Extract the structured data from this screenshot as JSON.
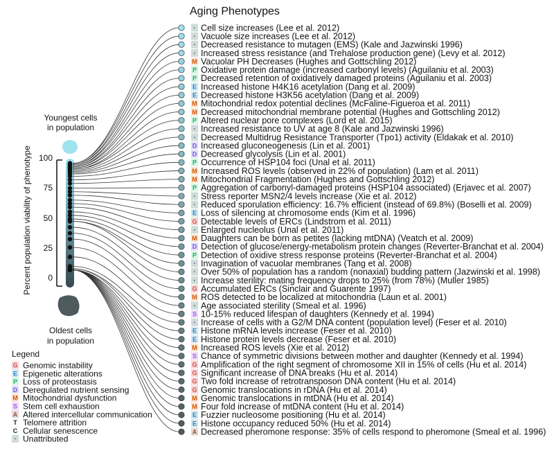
{
  "title": "Aging Phenotypes",
  "youngest_label": [
    "Youngest cells",
    "in population"
  ],
  "oldest_label": [
    "Oldest cells",
    "in population"
  ],
  "axis": {
    "label": "Percent population viability of phenotype",
    "ticks": [
      "100",
      "75",
      "50",
      "25",
      "0"
    ]
  },
  "legend": {
    "title": "Legend",
    "items": [
      {
        "code": "G",
        "label": "Genomic instability",
        "color": "#d9534f",
        "bg": "#f4d6d6"
      },
      {
        "code": "E",
        "label": "Epigenetic alterations",
        "color": "#2e86c1",
        "bg": "#d4e6f1"
      },
      {
        "code": "P",
        "label": "Loss of proteostasis",
        "color": "#27ae60",
        "bg": "#d5f5e3"
      },
      {
        "code": "D",
        "label": "Deregulated nutrient sensing",
        "color": "#6c5ce7",
        "bg": "#e1dcf7"
      },
      {
        "code": "M",
        "label": "Mitochondrial dysfunction",
        "color": "#d35400",
        "bg": "#fbe3cf"
      },
      {
        "code": "S",
        "label": "Stem cell exhaustion",
        "color": "#a55eea",
        "bg": "#eedcf8"
      },
      {
        "code": "A",
        "label": "Altered intercellular communication",
        "color": "#8e5a4a",
        "bg": "#ead9d3"
      },
      {
        "code": "T",
        "label": "Telomere attrition",
        "color": "#222222",
        "bg": "#ffffff"
      },
      {
        "code": "C",
        "label": "Cellular senescence",
        "color": "#222222",
        "bg": "#ffffff"
      },
      {
        "code": "·",
        "label": "Unattributed",
        "color": "#333333",
        "bg": "#cfdcdc"
      }
    ]
  },
  "phenotypes": [
    {
      "code": "·",
      "viability": 99,
      "text": "Cell size increases (Lee et al. 2012)"
    },
    {
      "code": "·",
      "viability": 99,
      "text": "Vacuole size increases (Lee et al. 2012)"
    },
    {
      "code": "·",
      "viability": 98,
      "text": "Decreased resistance to mutagen (EMS) (Kale and Jazwinski 1996)"
    },
    {
      "code": "·",
      "viability": 98,
      "text": "Increased stress resistance (and Trehalose production gene) (Levy et al. 2012)"
    },
    {
      "code": "M",
      "viability": 97,
      "text": "Vacuolar PH Decreases (Hughes and Gottschling 2012)"
    },
    {
      "code": "P",
      "viability": 97,
      "text": "Oxidative protein damage (increased carbonyl levels) (Aguilaniu et al. 2003)"
    },
    {
      "code": "P",
      "viability": 96,
      "text": "Decreased retention of oxidatively damaged proteins (Aguilaniu et al. 2003)"
    },
    {
      "code": "E",
      "viability": 96,
      "text": "Increased histone H4K16 acetylation (Dang et al. 2009)"
    },
    {
      "code": "E",
      "viability": 95,
      "text": "Decreased histone H3K56 acetylation (Dang et al. 2009)"
    },
    {
      "code": "M",
      "viability": 95,
      "text": "Mitochondrial redox potential declines (McFaline-Figueroa et al. 2011)"
    },
    {
      "code": "M",
      "viability": 94,
      "text": "Decreased mitochondrial membrane potential (Hughes and Gottschling 2012)"
    },
    {
      "code": "P",
      "viability": 94,
      "text": "Altered nuclear pore complexes (Lord et al. 2015)"
    },
    {
      "code": "·",
      "viability": 93,
      "text": "Increased resistance to UV at age 8 (Kale and Jazwinski 1996)"
    },
    {
      "code": "·",
      "viability": 92,
      "text": "Decreased Multidrug Resistance Transporter (Tpo1) activity (Eldakak et al. 2010)"
    },
    {
      "code": "D",
      "viability": 91,
      "text": "Increased gluconeogenesis (Lin et al. 2001)"
    },
    {
      "code": "D",
      "viability": 90,
      "text": "Decreased glycolysis (Lin et al. 2001)"
    },
    {
      "code": "P",
      "viability": 88,
      "text": "Occurrence of HSP104 foci (Unal et al. 2011)"
    },
    {
      "code": "M",
      "viability": 85,
      "text": "Increased ROS levels (observed in 22% of population) (Lam et al. 2011)"
    },
    {
      "code": "M",
      "viability": 82,
      "text": "Mitochondrial Fragmentation (Hughes and Gottschling 2012)"
    },
    {
      "code": "P",
      "viability": 78,
      "text": "Aggregation of carbonyl-damaged proteins (HSP104 associated) (Erjavec et al. 2007)"
    },
    {
      "code": "·",
      "viability": 75,
      "text": "Stress reporter MSN2/4 levels increase (Xie et al. 2012)"
    },
    {
      "code": "·",
      "viability": 72,
      "text": "Reduced sporulation efficiency: 16.7% efficient (instead of 69.8%) (Boselli et al. 2009)"
    },
    {
      "code": "E",
      "viability": 68,
      "text": "Loss of silencing at chromosome ends (Kim et al. 1996)"
    },
    {
      "code": "G",
      "viability": 65,
      "text": "Detectable levels of ERCs (Lindstrom et al. 2011)"
    },
    {
      "code": "·",
      "viability": 62,
      "text": "Enlarged nucleolus (Unal et al. 2011)"
    },
    {
      "code": "M",
      "viability": 58,
      "text": "Daughters can be born as petites (lacking mtDNA) (Veatch et al. 2009)"
    },
    {
      "code": "D",
      "viability": 55,
      "text": "Detection of glucose/energy-metabolism protein changes (Reverter-Branchat et al. 2004)"
    },
    {
      "code": "P",
      "viability": 52,
      "text": "Detection of oxidive stress response proteins (Reverter-Branchat et al. 2004)"
    },
    {
      "code": "·",
      "viability": 50,
      "text": "Invagination of vacuolar membranes (Tang et al. 2008)"
    },
    {
      "code": "·",
      "viability": 50,
      "text": "Over 50% of population has a random (nonaxial) budding pattern (Jazwinski et al. 1998)"
    },
    {
      "code": "·",
      "viability": 45,
      "text": "Increase sterility: mating frequency drops to 25% (from 78%) (Muller 1985)"
    },
    {
      "code": "G",
      "viability": 40,
      "text": "Accumulated ERCs (Sinclair and Guarente 1997)"
    },
    {
      "code": "M",
      "viability": 35,
      "text": "ROS detected to be localized at mitochondria (Laun et al. 2001)"
    },
    {
      "code": "·",
      "viability": 28,
      "text": "Age associated sterility (Smeal et al. 1996)"
    },
    {
      "code": "S",
      "viability": 20,
      "text": "10-15% reduced lifespan of daughters (Kennedy et al. 1994)"
    },
    {
      "code": "·",
      "viability": 12,
      "text": "Increase of cells with a G2/M DNA content (population level) (Feser et al. 2010)"
    },
    {
      "code": "E",
      "viability": 10,
      "text": "Histone mRNA levels increase (Feser et al. 2010)"
    },
    {
      "code": "E",
      "viability": 10,
      "text": "Histone protein levels decrease (Feser et al. 2010)"
    },
    {
      "code": "M",
      "viability": 9,
      "text": "Increased ROS levels (Xie et al. 2012)"
    },
    {
      "code": "S",
      "viability": 9,
      "text": "Chance of symmetric divisions between mother and daughter (Kennedy et al. 1994)"
    },
    {
      "code": "G",
      "viability": 9,
      "text": "Amplification of the right segment of chromosome XII in 15% of cells (Hu et al. 2014)"
    },
    {
      "code": "G",
      "viability": 9,
      "text": "Significant increase of DNA breaks (Hu et al. 2014)"
    },
    {
      "code": "G",
      "viability": 9,
      "text": "Two fold increase of retrotransposon DNA content (Hu et al. 2014)"
    },
    {
      "code": "G",
      "viability": 9,
      "text": "Genomic translocations in rDNA (Hu et al. 2014)"
    },
    {
      "code": "M",
      "viability": 9,
      "text": "Genomic translocations in mtDNA (Hu et al. 2014)"
    },
    {
      "code": "M",
      "viability": 9,
      "text": "Four fold increase of mtDNA content (Hu et al. 2014)"
    },
    {
      "code": "E",
      "viability": 9,
      "text": "Fuzzier nucleosome positioning (Hu et al. 2014)"
    },
    {
      "code": "E",
      "viability": 9,
      "text": "Histone occupancy reduced 50% (Hu et al. 2014)"
    },
    {
      "code": "A",
      "viability": 9,
      "text": "Decreased pheromone response: 35% of cells respond to pheromone (Smeal et al. 1996)"
    }
  ]
}
